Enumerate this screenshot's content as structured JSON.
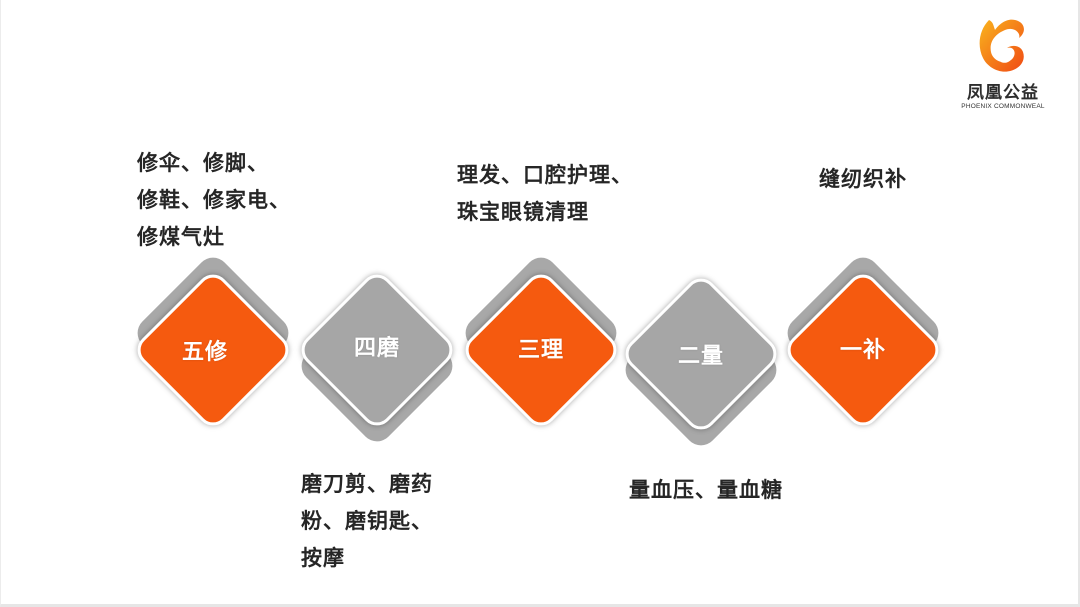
{
  "logo": {
    "name_cn": "凤凰公益",
    "name_en": "PHOENIX COMMONWEAL",
    "icon": "phoenix-logo-icon",
    "colors": {
      "primary": "#f03c14",
      "secondary": "#f8a21b"
    }
  },
  "colors": {
    "orange": "#f55a0f",
    "gray": "#a6a6a6",
    "shadow": "#a8a8a8",
    "text": "#262626"
  },
  "steps": [
    {
      "label": "五修",
      "style": "orange",
      "description_lines": [
        "修伞、修脚、",
        "修鞋、修家电、",
        "修煤气灶"
      ],
      "description_position": "above"
    },
    {
      "label": "四磨",
      "style": "gray",
      "description_lines": [
        "磨刀剪、磨药",
        "粉、磨钥匙、",
        "按摩"
      ],
      "description_position": "below"
    },
    {
      "label": "三理",
      "style": "orange",
      "description_lines": [
        "理发、口腔护理、",
        "珠宝眼镜清理"
      ],
      "description_position": "above"
    },
    {
      "label": "二量",
      "style": "gray",
      "description_lines": [
        "量血压、量血糖"
      ],
      "description_position": "below"
    },
    {
      "label": "一补",
      "style": "orange",
      "description_lines": [
        "缝纫织补"
      ],
      "description_position": "above"
    }
  ]
}
